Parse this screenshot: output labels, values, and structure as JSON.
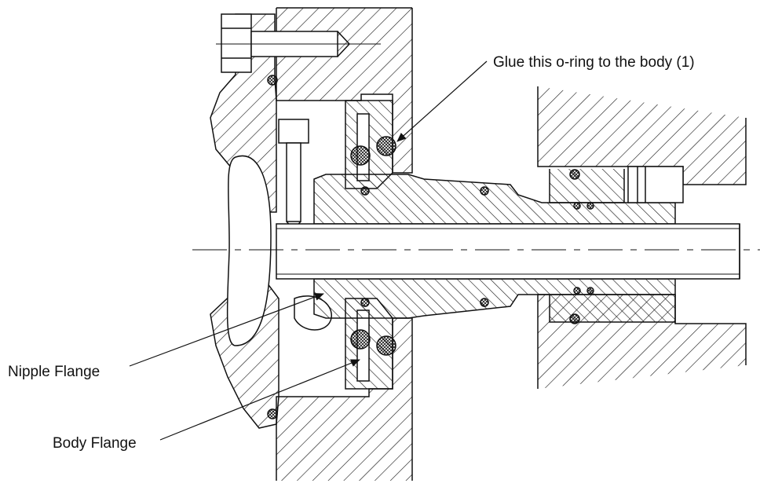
{
  "labels": {
    "glue_oring": "Glue this o-ring to the body (1)",
    "nipple_flange": "Nipple Flange",
    "body_flange": "Body Flange"
  },
  "colors": {
    "ink": "#111111",
    "background": "#ffffff"
  }
}
